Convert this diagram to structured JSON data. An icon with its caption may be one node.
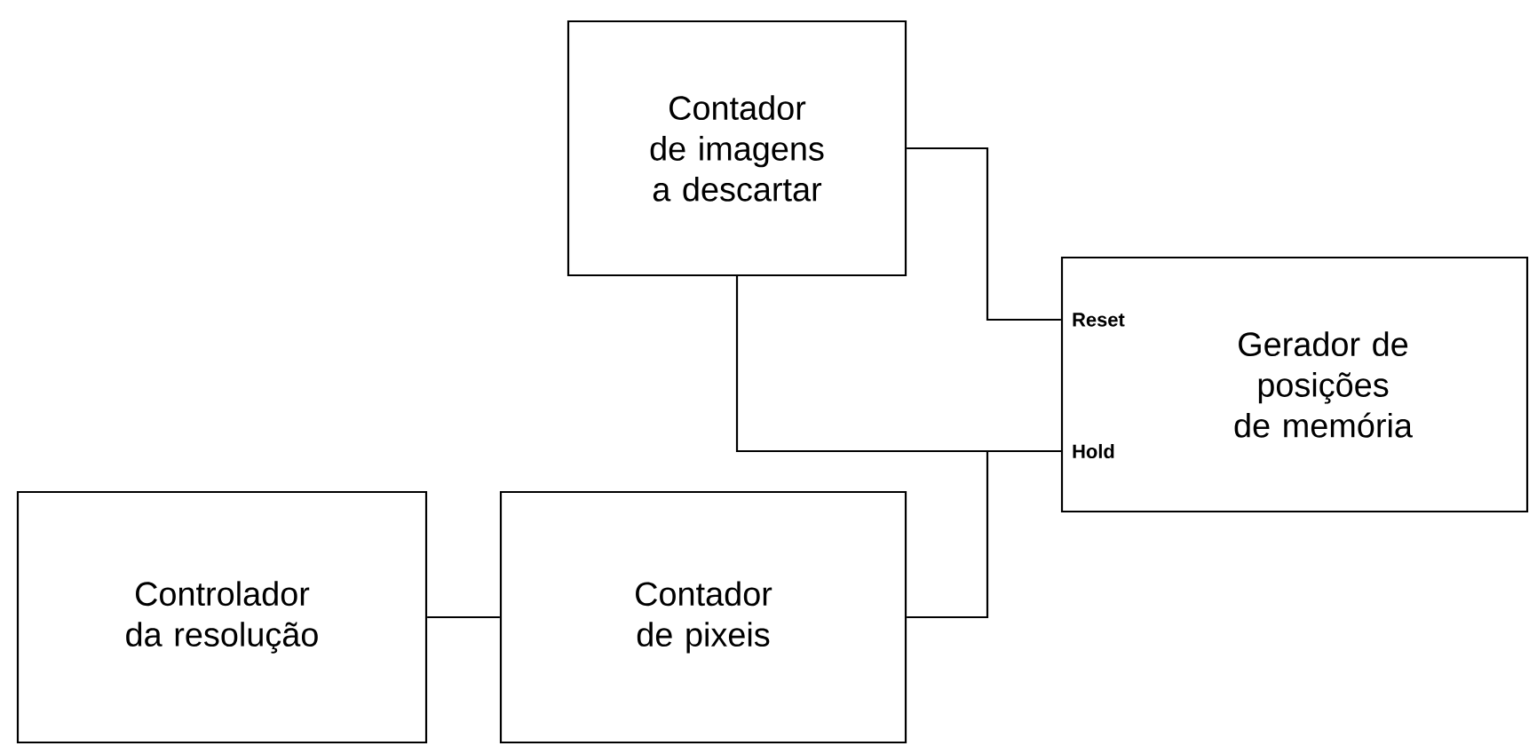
{
  "diagram": {
    "nodes": [
      {
        "text": [
          "Contador de imagens a descartar"
        ]
      },
      {
        "text": [
          "Gerador de posições de memória",
          "Reset",
          "Hold"
        ]
      },
      {
        "text": [
          "Controlador da resolução"
        ]
      },
      {
        "text": [
          "Contador de pixeis"
        ]
      }
    ],
    "edges": [
      {
        "from": 0,
        "to": 1,
        "arrow": "none"
      },
      {
        "from": 0,
        "to": 1,
        "arrow": "none"
      },
      {
        "from": 3,
        "to": 1,
        "arrow": "none"
      },
      {
        "from": 2,
        "to": 3,
        "arrow": "none"
      }
    ]
  }
}
